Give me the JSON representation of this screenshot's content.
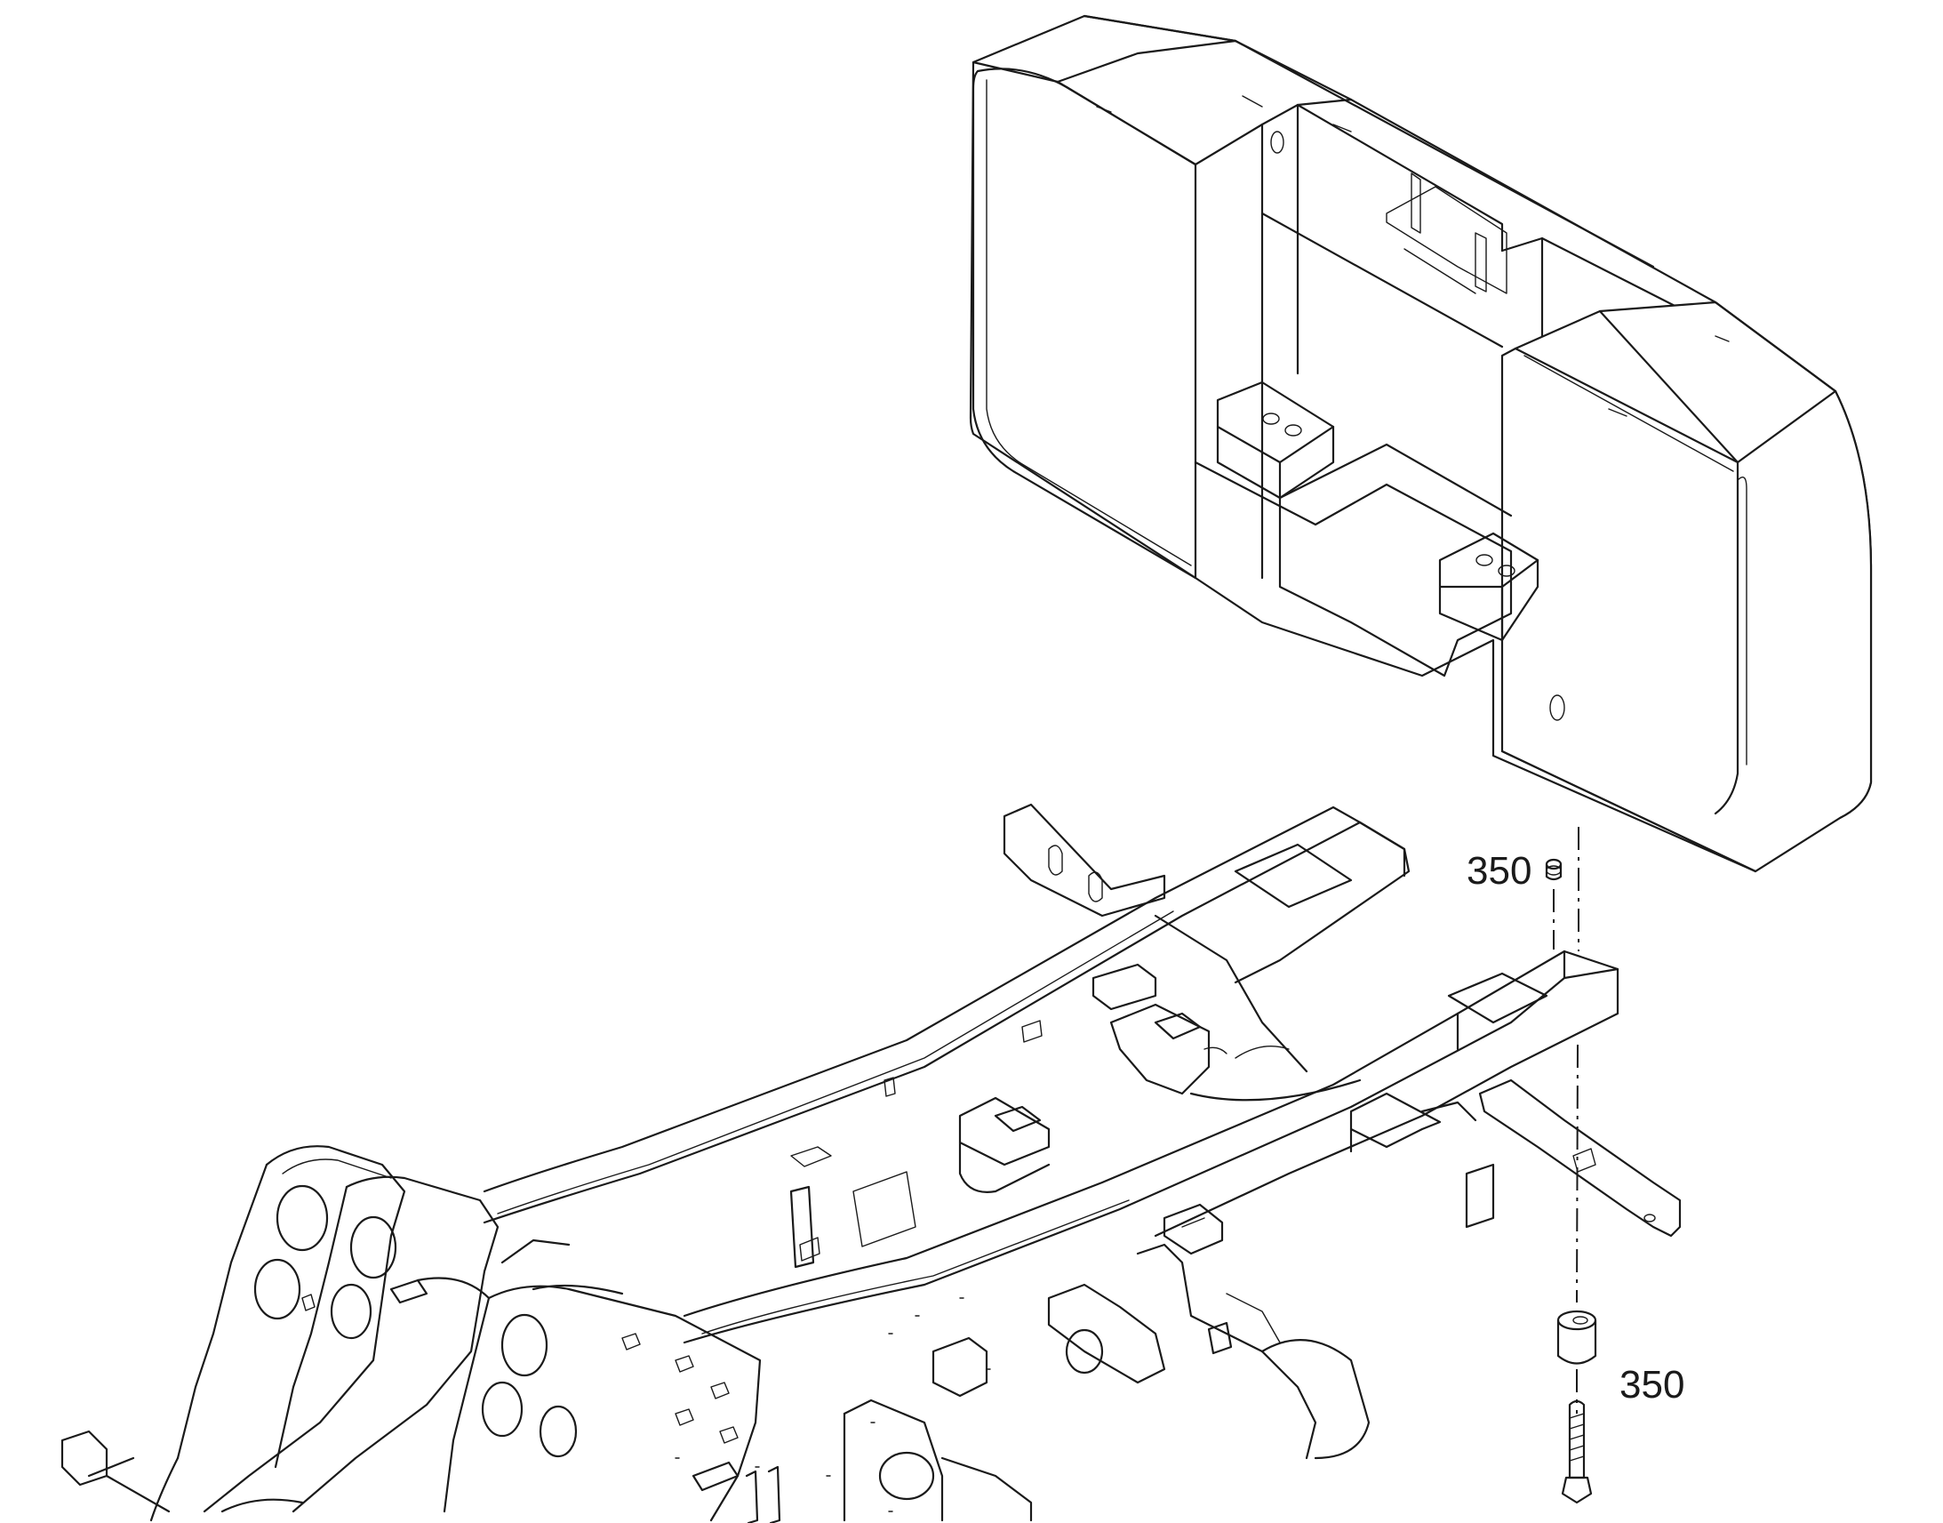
{
  "diagram": {
    "callouts": [
      {
        "id": "callout-upper",
        "text": "350"
      },
      {
        "id": "callout-lower",
        "text": "350"
      }
    ],
    "colors": {
      "line": "#1a1a1a",
      "background": "#ffffff"
    }
  }
}
